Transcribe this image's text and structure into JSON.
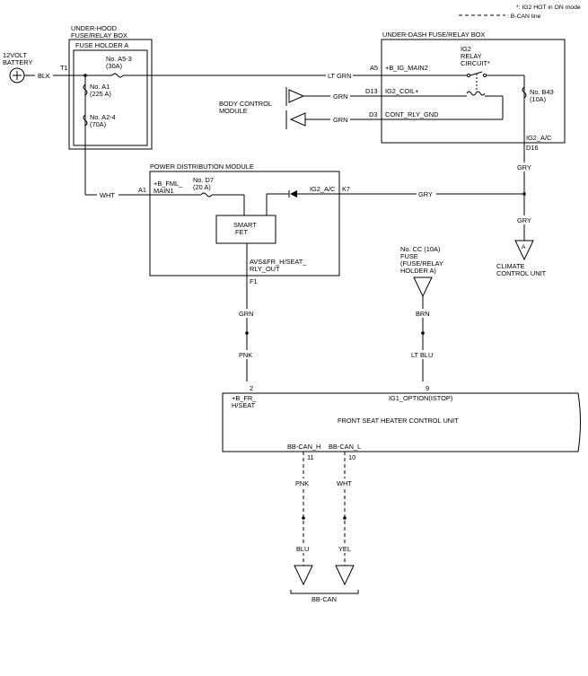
{
  "legend": {
    "ig2_hot_note": "*: IG2 HOT in ON mode",
    "bcan_note": ": B-CAN line"
  },
  "battery": {
    "label_1": "12VOLT",
    "label_2": "BATTERY",
    "wire_color": "BLK"
  },
  "underhood": {
    "title_1": "UNDER-HOOD",
    "title_2": "FUSE/RELAY BOX",
    "holder": "FUSE HOLDER A",
    "terminal_t1": "T1",
    "fuse_a53_name": "No. A5-3",
    "fuse_a53_rating": "(30A)",
    "fuse_a1_name": "No. A1",
    "fuse_a1_rating": "(225 A)",
    "fuse_a24_name": "No. A2-4",
    "fuse_a24_rating": "(70A)"
  },
  "underdash": {
    "title": "UNDER-DASH FUSE/RELAY BOX",
    "relay_1": "IG2",
    "relay_2": "RELAY",
    "relay_3": "CIRCUIT*",
    "pin_a5": "A5",
    "sig_main2": "+B_IG_MAIN2",
    "pin_d13": "D13",
    "sig_coil": "IG2_COIL+",
    "pin_d3": "D3",
    "sig_gnd": "CONT_RLY_GND",
    "fuse_b43_name": "No. B43",
    "fuse_b43_rating": "(10A)",
    "sig_ig2ac": "IG2_A/C",
    "pin_d16": "D16"
  },
  "bcm": {
    "label_1": "BODY CONTROL",
    "label_2": "MODULE"
  },
  "wires": {
    "lt_grn": "LT GRN",
    "grn_1": "GRN",
    "grn_2": "GRN",
    "gry_1": "GRY",
    "gry_2": "GRY",
    "gry_3": "GRY",
    "wht": "WHT",
    "grn_3": "GRN",
    "pnk_1": "PNK",
    "brn": "BRN",
    "lt_blu": "LT BLU",
    "pnk_2": "PNK",
    "wht_2": "WHT",
    "blu": "BLU",
    "yel": "YEL"
  },
  "pdm": {
    "title": "POWER DISTRIBUTION MODULE",
    "pin_a1": "A1",
    "sig_fml_1": "+B_FML_",
    "sig_fml_2": "MAIN1",
    "fuse_d7_name": "No. D7",
    "fuse_d7_rating": "(20 A)",
    "sig_ig2ac": "IG2_A/C",
    "pin_k7": "K7",
    "fet_1": "SMART",
    "fet_2": "FET",
    "out_1": "AVS&FR_H/SEAT_",
    "out_2": "RLY_OUT",
    "pin_f1": "F1"
  },
  "climate": {
    "connector": "A",
    "label_1": "CLIMATE",
    "label_2": "CONTROL UNIT"
  },
  "fuse_cc": {
    "name": "No. CC (10A)",
    "line_2": "FUSE",
    "line_3": "(FUSE/RELAY",
    "line_4": "HOLDER A)"
  },
  "heater_unit": {
    "title": "FRONT SEAT HEATER CONTROL UNIT",
    "pin_2": "2",
    "sig_b_1": "+B_FR_",
    "sig_b_2": "H/SEAT",
    "pin_9": "9",
    "sig_ig1": "IG1_OPTION(ISTOP)",
    "sig_canh": "BB-CAN_H",
    "sig_canl": "BB-CAN_L",
    "pin_11": "11",
    "pin_10": "10"
  },
  "bbcan_label": "BB-CAN"
}
